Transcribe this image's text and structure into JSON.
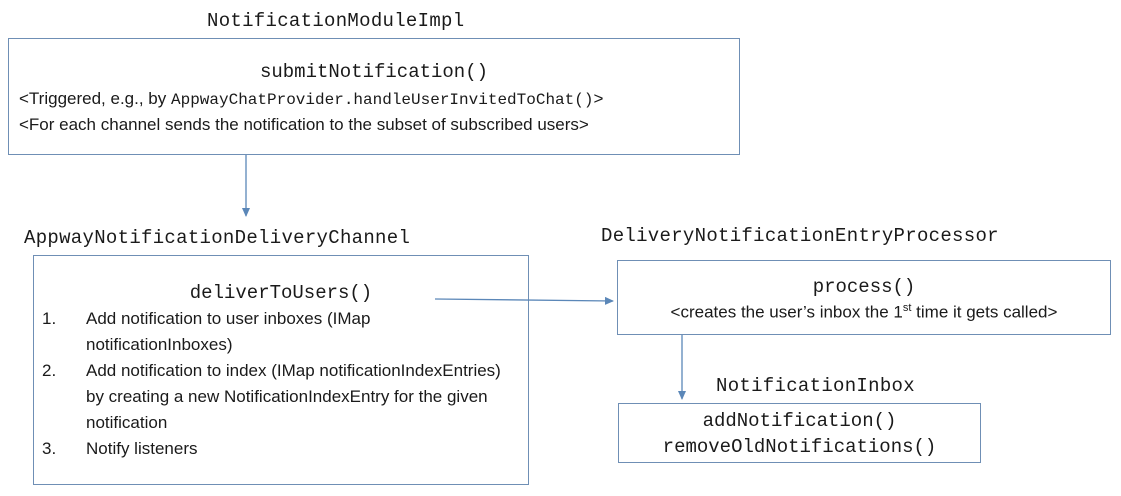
{
  "module_impl": {
    "title": "NotificationModuleImpl",
    "method": "submitNotification()",
    "line1_prefix": "<Triggered, e.g., by ",
    "line1_code": "AppwayChatProvider.handleUserInvitedToChat()",
    "line1_suffix": ">",
    "line2": "<For each channel sends the notification to the subset of subscribed users>"
  },
  "delivery_channel": {
    "title": "AppwayNotificationDeliveryChannel",
    "method": "deliverToUsers()",
    "steps": [
      {
        "num": "1.",
        "text": "Add notification to user inboxes (IMap notificationInboxes)"
      },
      {
        "num": "2.",
        "text": "Add notification to index (IMap notificationIndexEntries) by creating a new NotificationIndexEntry for the given notification"
      },
      {
        "num": "3.",
        "text": "Notify listeners"
      }
    ]
  },
  "entry_processor": {
    "title": "DeliveryNotificationEntryProcessor",
    "method": "process()",
    "line_prefix": "<creates the user’s inbox the 1",
    "line_sup": "st",
    "line_suffix": " time it gets called>"
  },
  "inbox": {
    "title": "NotificationInbox",
    "method1": "addNotification()",
    "method2": "removeOldNotifications()"
  },
  "colors": {
    "box_border": "#6f8fb5",
    "arrow": "#5b87b8"
  }
}
